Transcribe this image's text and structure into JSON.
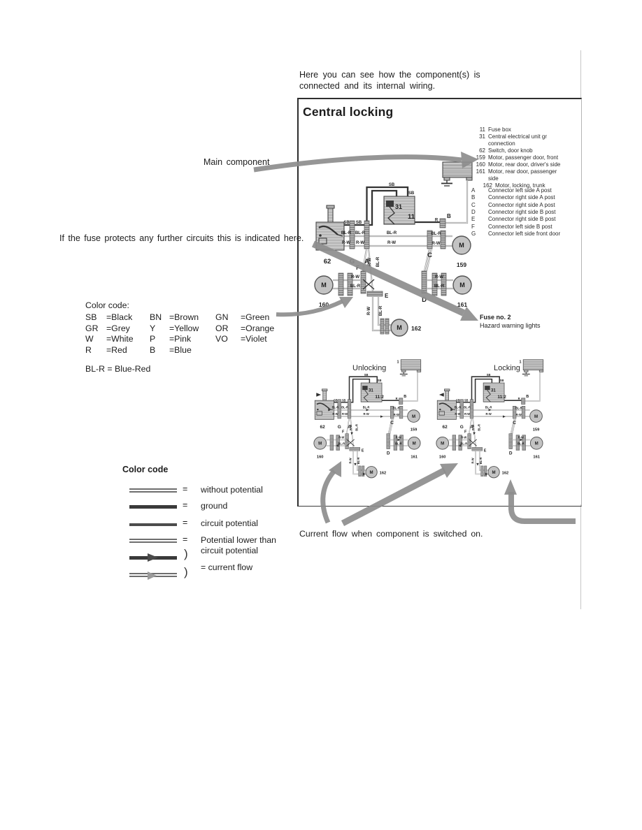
{
  "page": {
    "intro": "Here you can see how the component(s) is connected and its internal wiring.",
    "current_flow_caption": "Current flow when component is switched on."
  },
  "panel": {
    "title": "Central locking"
  },
  "component_list": {
    "numbered": [
      {
        "num": "11",
        "label": "Fuse box"
      },
      {
        "num": "31",
        "label": "Central electrical unit gr connection"
      },
      {
        "num": "62",
        "label": "Switch, door knob"
      },
      {
        "num": "159",
        "label": "Motor, passenger door, front"
      },
      {
        "num": "160",
        "label": "Motor, rear door, driver's side"
      },
      {
        "num": "161",
        "label": "Motor, rear door, passenger side"
      },
      {
        "num": "162",
        "label": "Motor, locking, trunk"
      }
    ],
    "connectors": [
      {
        "letter": "A",
        "label": "Connector left side A post"
      },
      {
        "letter": "B",
        "label": "Connector right side A post"
      },
      {
        "letter": "C",
        "label": "Connector right side A post"
      },
      {
        "letter": "D",
        "label": "Connector right side B post"
      },
      {
        "letter": "E",
        "label": "Connector right side B post"
      },
      {
        "letter": "F",
        "label": "Connector left side B post"
      },
      {
        "letter": "G",
        "label": "Connector left side front door"
      }
    ]
  },
  "annotations": {
    "main_component": "Main component",
    "fuse_note": "If the fuse protects any further circuits this is indicated here.",
    "fuse_label_title": "Fuse no. 2",
    "fuse_label_sub": "Hazard warning lights"
  },
  "color_code": {
    "title": "Color code:",
    "entries": [
      {
        "abbr": "SB",
        "name": "Black"
      },
      {
        "abbr": "BN",
        "name": "Brown"
      },
      {
        "abbr": "GN",
        "name": "Green"
      },
      {
        "abbr": "GR",
        "name": "Grey"
      },
      {
        "abbr": "Y",
        "name": "Yellow"
      },
      {
        "abbr": "OR",
        "name": "Orange"
      },
      {
        "abbr": "W",
        "name": "White"
      },
      {
        "abbr": "P",
        "name": "Pink"
      },
      {
        "abbr": "VO",
        "name": "Violet"
      },
      {
        "abbr": "R",
        "name": "Red"
      },
      {
        "abbr": "B",
        "name": "Blue"
      }
    ],
    "extra": "BL-R = Blue-Red"
  },
  "line_legend": {
    "title": "Color code",
    "items": [
      {
        "style": "double-thin",
        "label": "without potential"
      },
      {
        "style": "thick-solid",
        "label": "ground"
      },
      {
        "style": "medium-solid",
        "label": "circuit potential"
      },
      {
        "style": "double-thin",
        "label": "Potential lower than circuit potential"
      },
      {
        "style": "arrow-thick",
        "label": ""
      },
      {
        "style": "arrow-thin",
        "label": ""
      }
    ],
    "current_flow_label": "= current flow"
  },
  "diagram": {
    "titles": {
      "unlocking": "Unlocking",
      "locking": "Locking"
    },
    "unit_box": {
      "relay": "31",
      "main": "11",
      "sub": "11:2"
    },
    "top_motor_label": "1",
    "components": {
      "switch": "62",
      "g": "G",
      "a": "A",
      "b": "B",
      "c": "C",
      "d": "D",
      "e": "E",
      "f": "F",
      "m159": "159",
      "m160": "160",
      "m161": "161",
      "m162": "162",
      "motor": "M"
    },
    "wire_labels": {
      "sb": "SB",
      "blr": "BL-R",
      "rw": "R-W",
      "r": "R"
    }
  },
  "colors": {
    "annotation_arrow": "#8d8d8d",
    "box_fill": "#c7c7c7",
    "wire_dark": "#333333",
    "wire_grey": "#9c9c9c"
  }
}
